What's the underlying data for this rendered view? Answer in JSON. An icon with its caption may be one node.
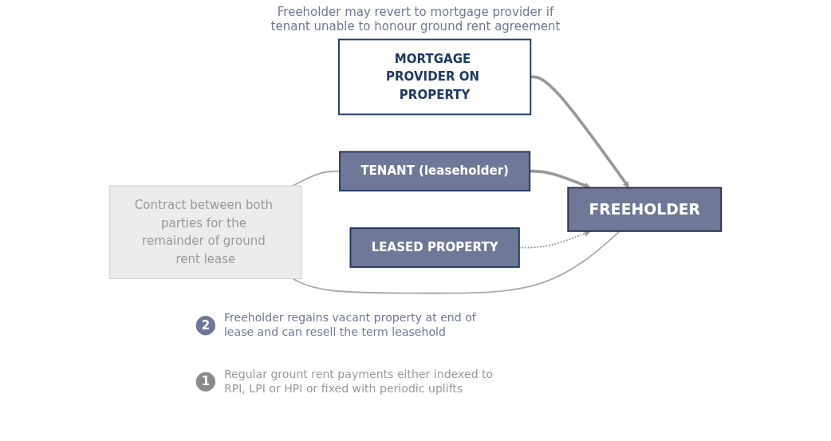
{
  "diagram": {
    "nodes": [
      {
        "text": [
          "MORTGAGE PROVIDER ON PROPERTY"
        ]
      },
      {
        "text": [
          "FREEHOLDER"
        ]
      },
      {
        "text": [
          "TENANT (leaseholder)"
        ]
      },
      {
        "text": [
          "LEASED PROPERTY"
        ]
      },
      {
        "text": [
          "Contract between both parties for the remainder of ground rent lease"
        ]
      },
      {
        "text": [
          "2"
        ],
        "beside": [
          "Freeholder regains vacant property at end of lease and can resell the term leasehold"
        ]
      },
      {
        "text": [
          "1"
        ],
        "beside": [
          "Regular grount rent payments either indexed to RPI, LPI or HPI or fixed with periodic uplifts"
        ]
      }
    ],
    "edges": [
      {
        "from": 0,
        "to": 1,
        "arrow": "to",
        "style": "thick"
      },
      {
        "from": 2,
        "to": 1,
        "arrow": "to",
        "style": "thick"
      },
      {
        "from": 3,
        "to": 1,
        "arrow": "to",
        "style": "dashed"
      },
      {
        "from": 4,
        "to": 1,
        "arrow": "none"
      },
      {
        "from": 4,
        "to": 2,
        "arrow": "none"
      }
    ],
    "labels": [
      "Freeholder may revert to mortgage provider if tenant unable to honour ground rent agreement"
    ]
  }
}
